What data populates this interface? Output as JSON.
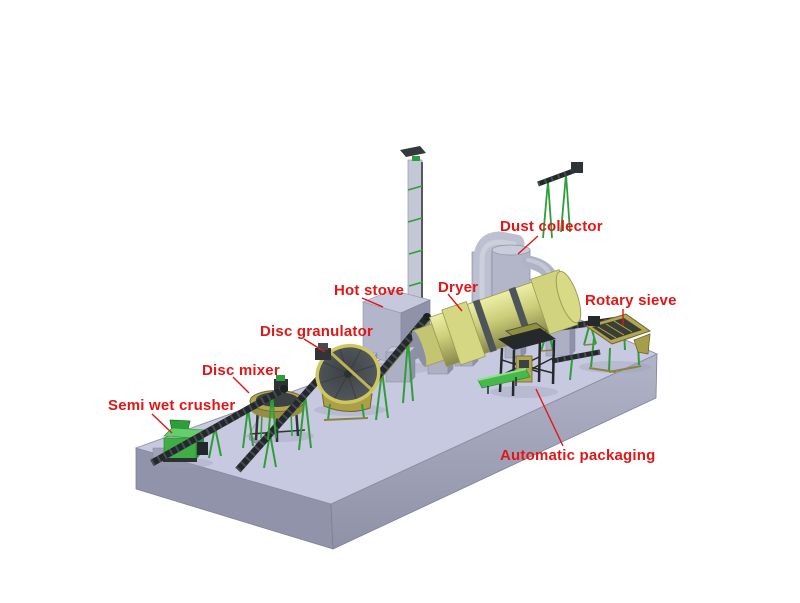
{
  "labels": {
    "semi_wet_crusher": "Semi wet crusher",
    "disc_mixer": "Disc mixer",
    "disc_granulator": "Disc granulator",
    "hot_stove": "Hot stove",
    "dryer": "Dryer",
    "dust_collector": "Dust collector",
    "rotary_sieve": "Rotary sieve",
    "automatic_packaging": "Automatic packaging"
  },
  "colors": {
    "label_text": "#e01717",
    "leader_line": "#e01717",
    "platform_top": "#c6c9df",
    "platform_front": "#a3a6bc",
    "platform_side": "#9093a9",
    "machine_green": "#3fae46",
    "conveyor_dark": "#23282b",
    "conveyor_leg_green": "#2f9e3a",
    "dryer_yellow": "#cdce7a",
    "steel_gray": "#b3b6c8",
    "olive_yellow": "#b0a84e",
    "disc_dark": "#474c4f",
    "background": "#ffffff"
  }
}
